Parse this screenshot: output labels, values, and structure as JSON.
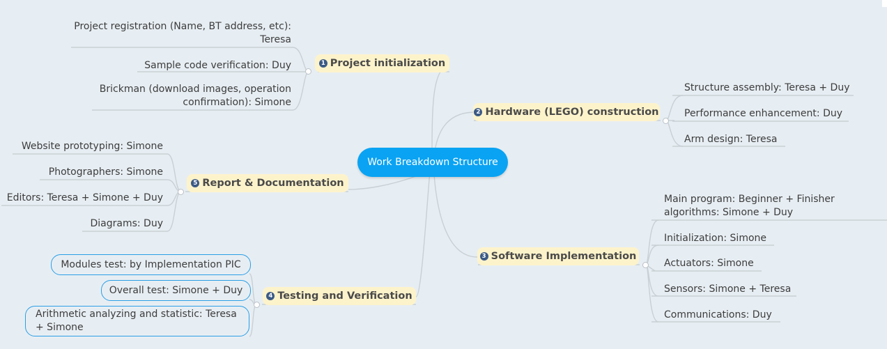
{
  "central": {
    "label": "Work Breakdown Structure"
  },
  "branches": [
    {
      "num": "1",
      "label": "Project initialization",
      "children": [
        "Project registration (Name, BT address, etc): Teresa",
        "Sample code verification: Duy",
        "Brickman (download images, operation confirmation): Simone"
      ]
    },
    {
      "num": "2",
      "label": "Hardware (LEGO) construction",
      "children": [
        "Structure assembly: Teresa + Duy",
        "Performance enhancement: Duy",
        "Arm design: Teresa"
      ]
    },
    {
      "num": "3",
      "label": "Software Implementation",
      "children": [
        "Main program: Beginner + Finisher algorithms: Simone + Duy",
        "Initialization: Simone",
        "Actuators: Simone",
        "Sensors: Simone + Teresa",
        "Communications: Duy"
      ]
    },
    {
      "num": "4",
      "label": "Testing and Verification",
      "children": [
        "Modules test: by Implementation PIC",
        "Overall test: Simone + Duy",
        "Arithmetic analyzing and statistic: Teresa + Simone"
      ]
    },
    {
      "num": "5",
      "label": "Report & Documentation",
      "children": [
        "Website prototyping: Simone",
        "Photographers: Simone",
        "Editors: Teresa + Simone + Duy",
        "Diagrams: Duy"
      ]
    }
  ],
  "colors": {
    "central": "#0aa3f3",
    "branch_bg": "#fdf3cb",
    "background": "#e7eef3",
    "selection_border": "#2a9ee6"
  }
}
